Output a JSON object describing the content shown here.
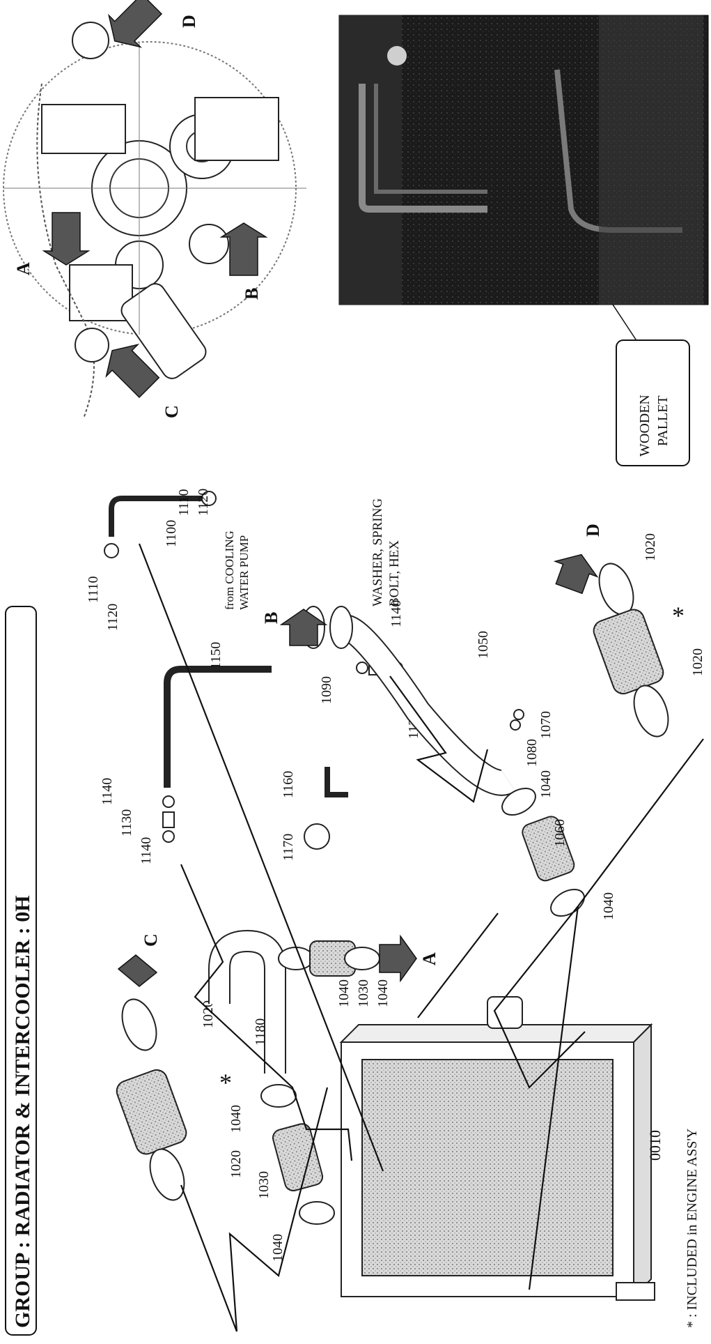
{
  "title": "GROUP : RADIATOR & INTERCOOLER : 0H",
  "view_letters": [
    "A",
    "B",
    "C",
    "D"
  ],
  "photo_callout": "WOODEN\nPALLET",
  "callouts": {
    "washer_bolt_1": "WASHER, SPRING",
    "washer_bolt_2": "BOLT, HEX",
    "from_pump_1": "from COOLING",
    "from_pump_2": "WATER PUMP"
  },
  "footnote": "* : INCLUDED in ENGINE ASS'Y",
  "asterisk": "*",
  "part_numbers": {
    "p0010": "0010",
    "p1020": "1020",
    "p1030": "1030",
    "p1040": "1040",
    "p1050": "1050",
    "p1060": "1060",
    "p1070": "1070",
    "p1080": "1080",
    "p1090": "1090",
    "p1100": "1100",
    "p1110": "1110",
    "p1120": "1120",
    "p1130": "1130",
    "p1140": "1140",
    "p1150": "1150",
    "p1160": "1160",
    "p1170": "1170",
    "p1180": "1180"
  },
  "colors": {
    "arrow": "#555555",
    "photo_dark": "#1a1a1a",
    "photo_light": "#8a8a8a"
  }
}
